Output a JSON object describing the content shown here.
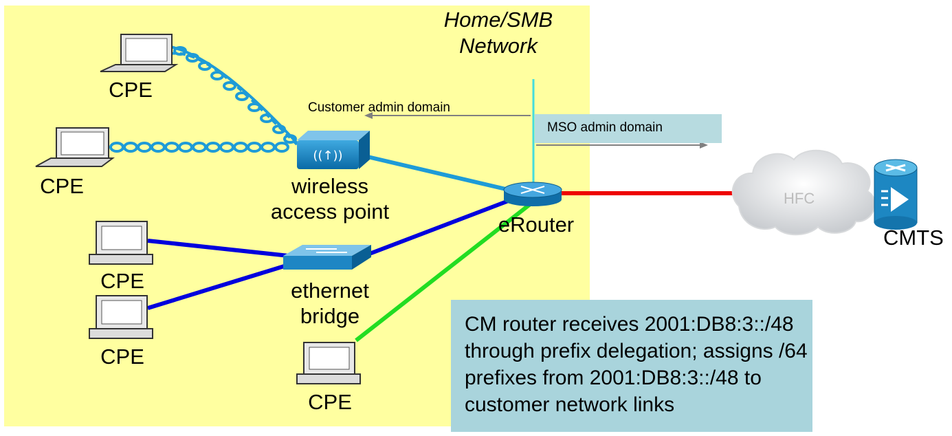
{
  "network": {
    "title_line1": "Home/SMB",
    "title_line2": "Network"
  },
  "domains": {
    "customer": "Customer admin domain",
    "mso": "MSO admin domain"
  },
  "devices": {
    "cpe": "CPE",
    "wireless_ap_line1": "wireless",
    "wireless_ap_line2": "access point",
    "bridge_line1": "ethernet",
    "bridge_line2": "bridge",
    "erouter": "eRouter",
    "hfc": "HFC",
    "cmts": "CMTS"
  },
  "note": {
    "text": "CM router receives 2001:DB8:3::/48\nthrough prefix delegation; assigns /64\nprefixes from 2001:DB8:3::/48 to\ncustomer network links"
  },
  "colors": {
    "home_area": "#ffffa0",
    "wireless_link": "#1e9bd7",
    "ethernet_link": "#0000dd",
    "direct_link": "#22dd22",
    "hfc_link": "#ee0000",
    "boundary": "#44dddd",
    "note_bg": "#a9d4dc",
    "mso_bg": "#b7dbe0"
  }
}
